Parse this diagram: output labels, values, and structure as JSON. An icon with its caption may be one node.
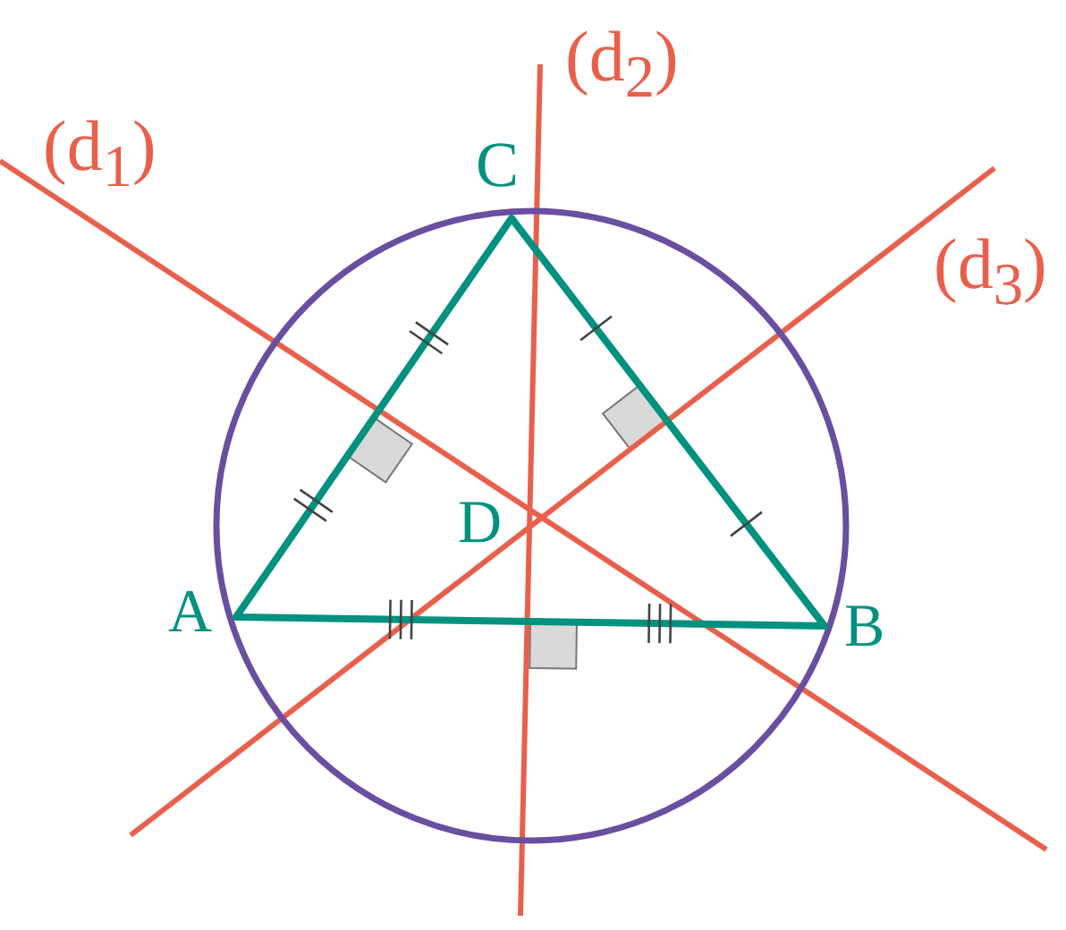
{
  "diagram": {
    "labels": [
      "(d$_{1}$)",
      "(d$_{2}$)",
      "C",
      "(d$_{3}$)",
      "D",
      "A",
      "B"
    ]
  }
}
